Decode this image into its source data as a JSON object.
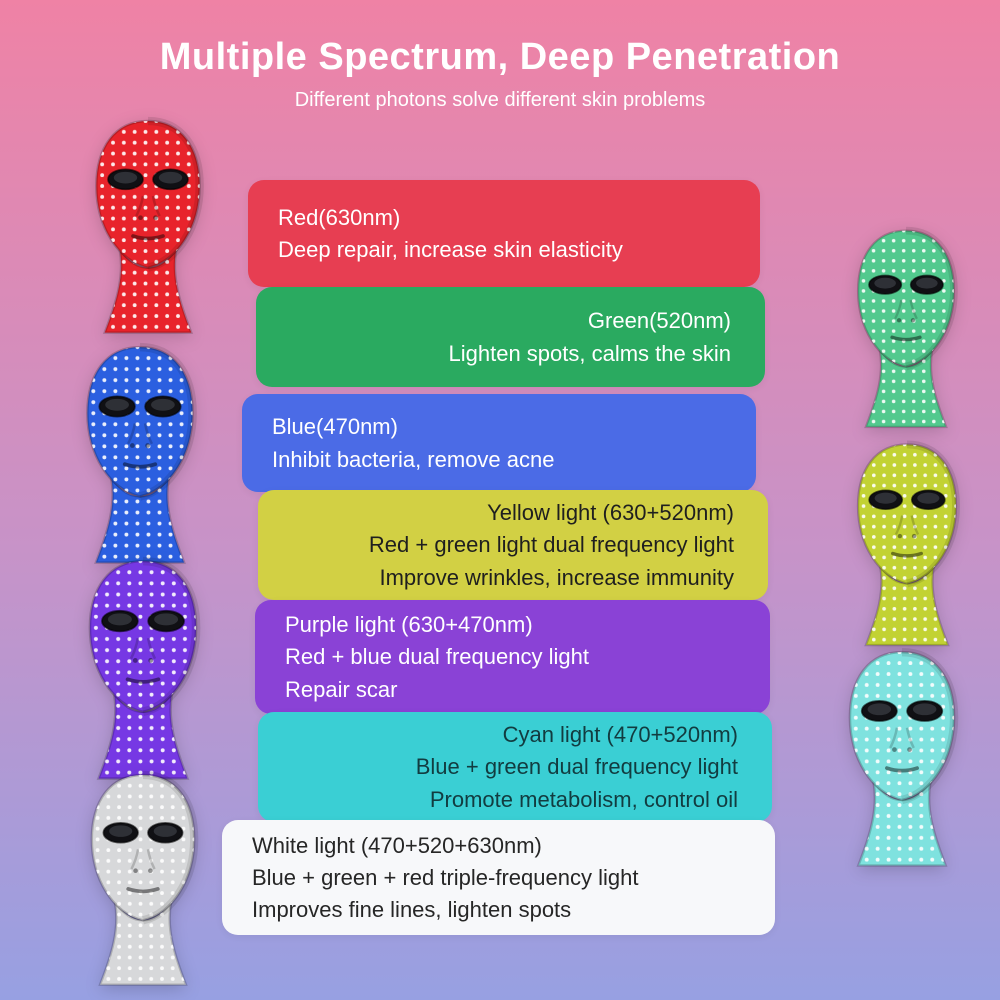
{
  "background": {
    "top": "#ef82a5",
    "mid": "#c793c8",
    "bottom": "#97a0e2"
  },
  "header": {
    "title": "Multiple Spectrum, Deep Penetration",
    "subtitle": "Different photons solve different skin problems",
    "text_color": "#ffffff"
  },
  "banners": [
    {
      "title": "Red(630nm)",
      "line1": "Deep repair, increase skin elasticity",
      "bg": "#e73e52",
      "text_color": "#ffffff"
    },
    {
      "title": "Green(520nm)",
      "line1": "Lighten spots, calms the skin",
      "bg": "#2aaa60",
      "text_color": "#ffffff"
    },
    {
      "title": "Blue(470nm)",
      "line1": "Inhibit bacteria, remove acne",
      "bg": "#4b6be6",
      "text_color": "#ffffff"
    },
    {
      "title": "Yellow light (630+520nm)",
      "line1": "Red + green light dual frequency light",
      "line2": "Improve wrinkles, increase immunity",
      "bg": "#d2d044",
      "text_color": "#1f1f1f"
    },
    {
      "title": "Purple light (630+470nm)",
      "line1": "Red + blue dual frequency light",
      "line2": "Repair scar",
      "bg": "#8a42d6",
      "text_color": "#ffffff"
    },
    {
      "title": "Cyan light (470+520nm)",
      "line1": "Blue + green dual frequency light",
      "line2": "Promote metabolism, control oil",
      "bg": "#3acfd4",
      "text_color": "#123c40"
    },
    {
      "title": "White light (470+520+630nm)",
      "line1": "Blue + green + red triple-frequency light",
      "line2": "Improves fine lines, lighten spots",
      "bg": "#f7f8fa",
      "text_color": "#262626"
    }
  ],
  "masks": [
    {
      "label": "red-led-mask",
      "color": "#e8232b"
    },
    {
      "label": "green-led-mask",
      "color": "#52c98e"
    },
    {
      "label": "blue-led-mask",
      "color": "#2b5fe0"
    },
    {
      "label": "yellow-green-led-mask",
      "color": "#c2d233"
    },
    {
      "label": "purple-led-mask",
      "color": "#7638e4"
    },
    {
      "label": "cyan-led-mask",
      "color": "#7fe2df"
    },
    {
      "label": "white-led-mask",
      "color": "#d7d8da"
    }
  ]
}
